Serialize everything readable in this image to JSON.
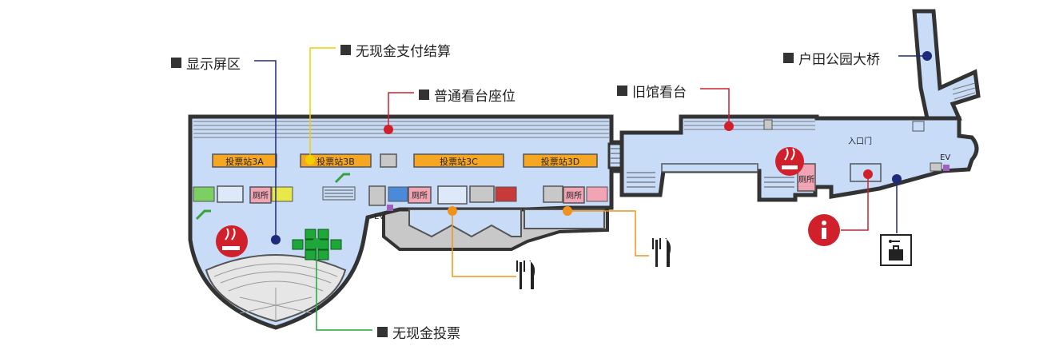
{
  "labels": {
    "display_area": "显示屏区",
    "cashless_payment": "无现金支付结算",
    "regular_seats": "普通看台座位",
    "old_stand": "旧馆看台",
    "toda_bridge": "户田公园大桥",
    "cashless_voting": "无现金投票"
  },
  "booths": {
    "b3a": "投票站3A",
    "b3b": "投票站3B",
    "b3c": "投票站3C",
    "b3d": "投票站3D"
  },
  "rooms": {
    "toilet": "厕所",
    "ev": "EV",
    "entrance": "入口门"
  },
  "icons": {
    "smoking": "smoking-area-icon",
    "info": "information-icon",
    "restaurant": "restaurant-icon",
    "locker": "coin-locker-icon",
    "escalator": "escalator-icon"
  },
  "colors": {
    "floor": "#c8dcf8",
    "outline": "#333333",
    "booth": "#f5a623",
    "navy": "#1f2a7a",
    "yellow": "#f0d000",
    "red": "#d0202c",
    "orange": "#f0931e",
    "green": "#1fa83a",
    "toilet": "#f0a4b4"
  }
}
